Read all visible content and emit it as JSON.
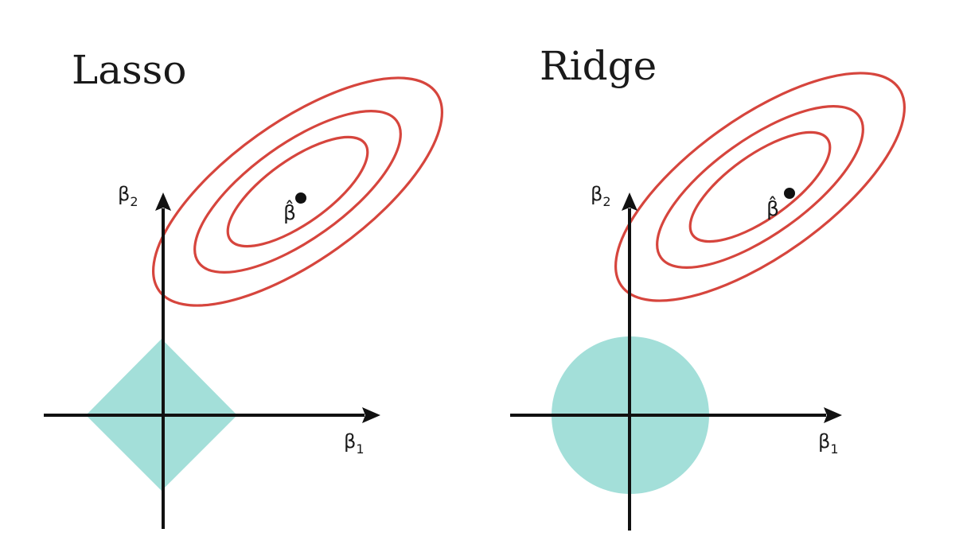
{
  "colors": {
    "constraint_fill": "#a3dfd9",
    "contour_stroke": "#d6453d",
    "axis_stroke": "#111111"
  },
  "panels": [
    {
      "title": "Lasso",
      "constraint_shape": "diamond",
      "x_axis_label": "β",
      "x_axis_subscript": "1",
      "y_axis_label": "β",
      "y_axis_subscript": "2",
      "estimate_label": "β̂"
    },
    {
      "title": "Ridge",
      "constraint_shape": "circle",
      "x_axis_label": "β",
      "x_axis_subscript": "1",
      "y_axis_label": "β",
      "y_axis_subscript": "2",
      "estimate_label": "β̂"
    }
  ]
}
